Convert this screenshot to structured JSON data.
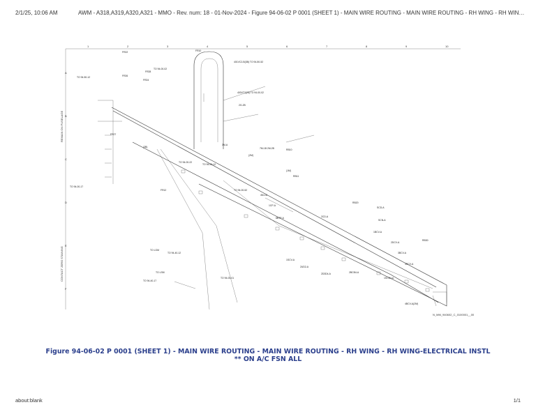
{
  "header": {
    "datetime": "2/1/25, 10:06 AM",
    "title": "AWM - A318,A319,A320,A321 - MMO - Rev. num: 18 - 01-Nov-2024 - Figure 94-06-02 P 0001 (SHEET 1) - MAIN WIRE ROUTING - MAIN WIRE ROUTING - RH WING - RH WING-E..."
  },
  "figure": {
    "caption_line1": "Figure 94-06-02 P 0001 (SHEET 1) - MAIN WIRE ROUTING - MAIN WIRE ROUTING - RH WING - RH WING-ELECTRICAL INSTL",
    "caption_line2": "** ON A/C FSN ALL",
    "file_id": "N_MM_940602_C_0100001__00",
    "side_label_top": "REMAIN ON FUSELAGE",
    "side_label_bottom": "CONTACT ZERO STAINING",
    "grid_cols": [
      "1",
      "2",
      "3",
      "4",
      "5",
      "6",
      "7",
      "8",
      "9",
      "10"
    ],
    "grid_rows": [
      "A",
      "B",
      "C",
      "D",
      "E",
      "F"
    ],
    "labels": [
      "FR22",
      "FR24",
      "FR26",
      "FR27",
      "FR28",
      "TO 94-00-02",
      "TO 94-00-17",
      "TO 94-40-17",
      "401VC2-B(3B) TO 94-50-52",
      "400VT2(28) TO 94-00-02",
      "2G-2B",
      "7M-1B 2M-2B",
      "3M-A",
      "4M-1A",
      "8BTP-A",
      "1CP-A",
      "2CD-A",
      "SCD-A",
      "SCN-A",
      "1SCV-A",
      "2UD2-A",
      "2D3D4-A",
      "2BCB4-A",
      "1SCB4-A",
      "3RCV-A",
      "4BCV-A(2M)",
      "1BCV-A",
      "2DCV-A",
      "3BCV-A",
      "RB10",
      "RB11",
      "RB20",
      "RB30",
      "FR10",
      "FR12",
      "TO 94-00-22",
      "TO 94-00-12",
      "TO 94-00-01",
      "TO 94-00-52",
      "TO 94-40-12",
      "TO 94-50-12",
      "TO LGM",
      "TO LSM",
      "(3B)",
      "(2M)",
      "(1M)"
    ]
  },
  "footer": {
    "left": "about:blank",
    "right": "1/1"
  }
}
